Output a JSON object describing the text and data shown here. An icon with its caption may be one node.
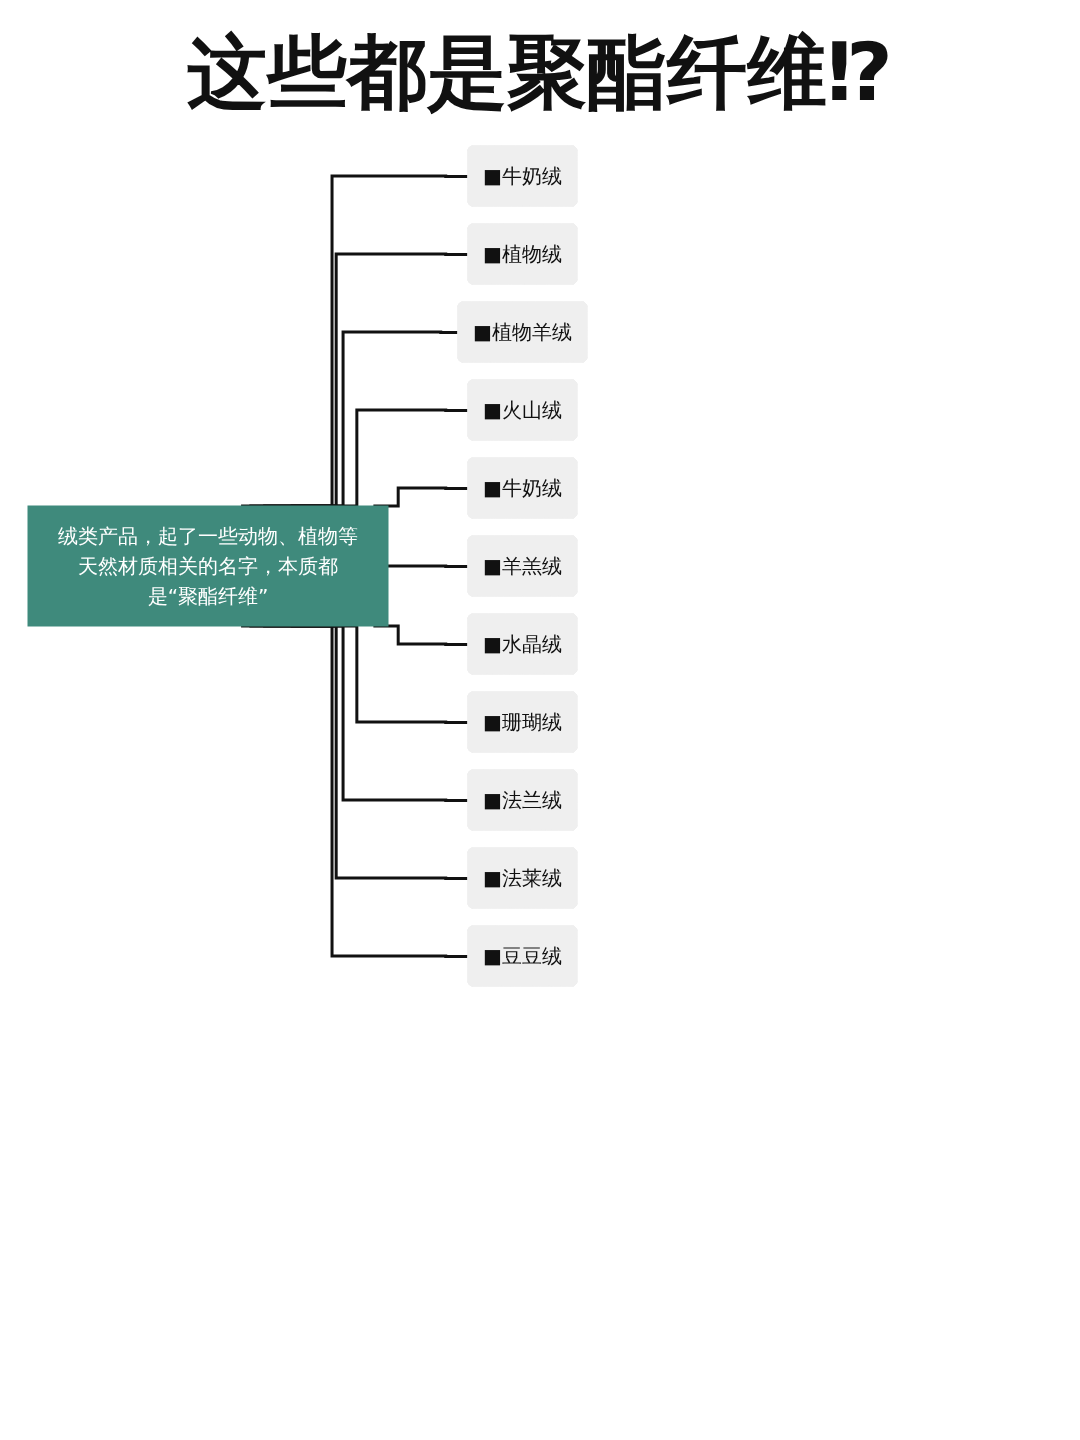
{
  "diagram": {
    "title": "这些都是聚酯纤维⁉",
    "nodes": [
      {
        "text": [
          "绒类产品，起了一些动物、植物等天然材质相关的名字，本质都是“聚酯纤维”"
        ]
      },
      {
        "text": [
          "■牛奶绒"
        ]
      },
      {
        "text": [
          "■植物绒"
        ]
      },
      {
        "text": [
          "■植物羊绒"
        ]
      },
      {
        "text": [
          "■火山绒"
        ]
      },
      {
        "text": [
          "■牛奶绒"
        ]
      },
      {
        "text": [
          "■羊羔绒"
        ]
      },
      {
        "text": [
          "■水晶绒"
        ]
      },
      {
        "text": [
          "■珊瑚绒"
        ]
      },
      {
        "text": [
          "■法兰绒"
        ]
      },
      {
        "text": [
          "■法莱绒"
        ]
      },
      {
        "text": [
          "■豆豆绒"
        ]
      }
    ],
    "edges": [
      {
        "from": 0,
        "to": 1,
        "arrow": "none"
      },
      {
        "from": 0,
        "to": 2,
        "arrow": "none"
      },
      {
        "from": 0,
        "to": 3,
        "arrow": "none"
      },
      {
        "from": 0,
        "to": 4,
        "arrow": "none"
      },
      {
        "from": 0,
        "to": 5,
        "arrow": "none"
      },
      {
        "from": 0,
        "to": 6,
        "arrow": "none"
      },
      {
        "from": 0,
        "to": 7,
        "arrow": "none"
      },
      {
        "from": 0,
        "to": 8,
        "arrow": "none"
      },
      {
        "from": 0,
        "to": 9,
        "arrow": "none"
      },
      {
        "from": 0,
        "to": 10,
        "arrow": "none"
      },
      {
        "from": 0,
        "to": 11,
        "arrow": "none"
      }
    ]
  }
}
